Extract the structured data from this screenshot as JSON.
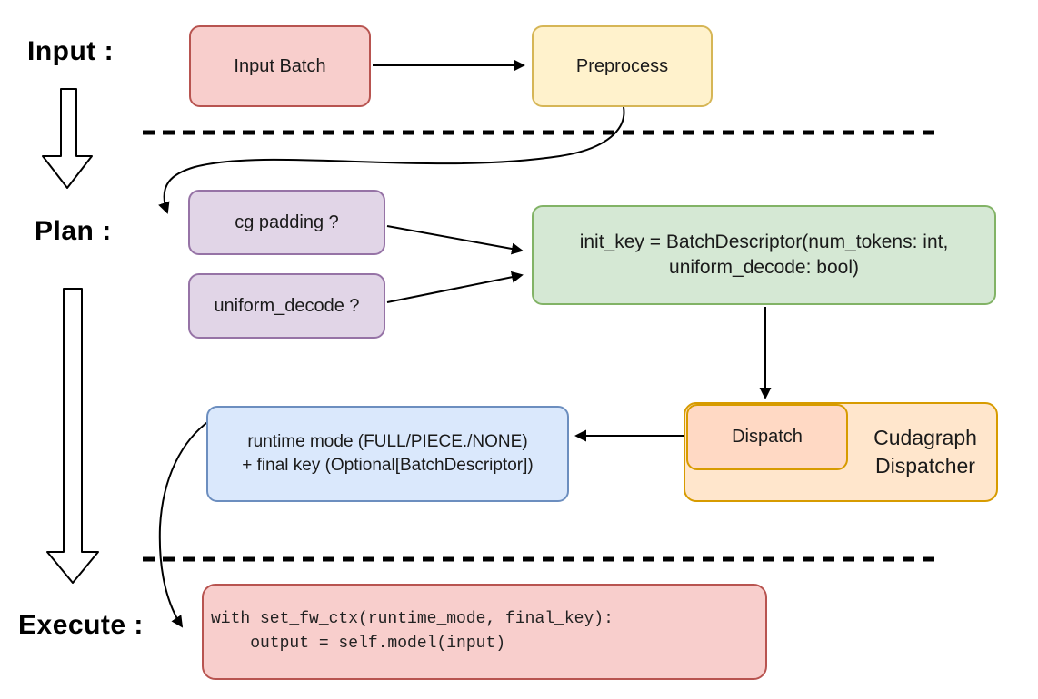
{
  "sections": {
    "input_label": "Input :",
    "plan_label": "Plan :",
    "execute_label": "Execute :"
  },
  "nodes": {
    "input_batch": "Input Batch",
    "preprocess": "Preprocess",
    "cg_padding": "cg padding ?",
    "uniform_decode": "uniform_decode ?",
    "init_key_line1": "init_key = BatchDescriptor(num_tokens: int,",
    "init_key_line2": "uniform_decode: bool)",
    "runtime_line1": "runtime mode (FULL/PIECE./NONE)",
    "runtime_line2": "+ final key (Optional[BatchDescriptor])",
    "dispatch": "Dispatch",
    "dispatcher_line1": "Cudagraph",
    "dispatcher_line2": "Dispatcher",
    "code_line1": "with set_fw_ctx(runtime_mode, final_key):",
    "code_line2": "    output = self.model(input)"
  },
  "colors": {
    "red_fill": "#F8CECC",
    "red_stroke": "#B85450",
    "yellow_fill": "#FFF2CC",
    "yellow_stroke": "#D6B656",
    "purple_fill": "#E1D5E7",
    "purple_stroke": "#9673A6",
    "green_fill": "#D5E8D4",
    "green_stroke": "#82B366",
    "blue_fill": "#DAE8FC",
    "blue_stroke": "#6C8EBF",
    "orange_outer_fill": "#FFE6CC",
    "orange_inner_fill": "#FFD9C4",
    "orange_stroke": "#D79B00",
    "connector": "#000000"
  }
}
